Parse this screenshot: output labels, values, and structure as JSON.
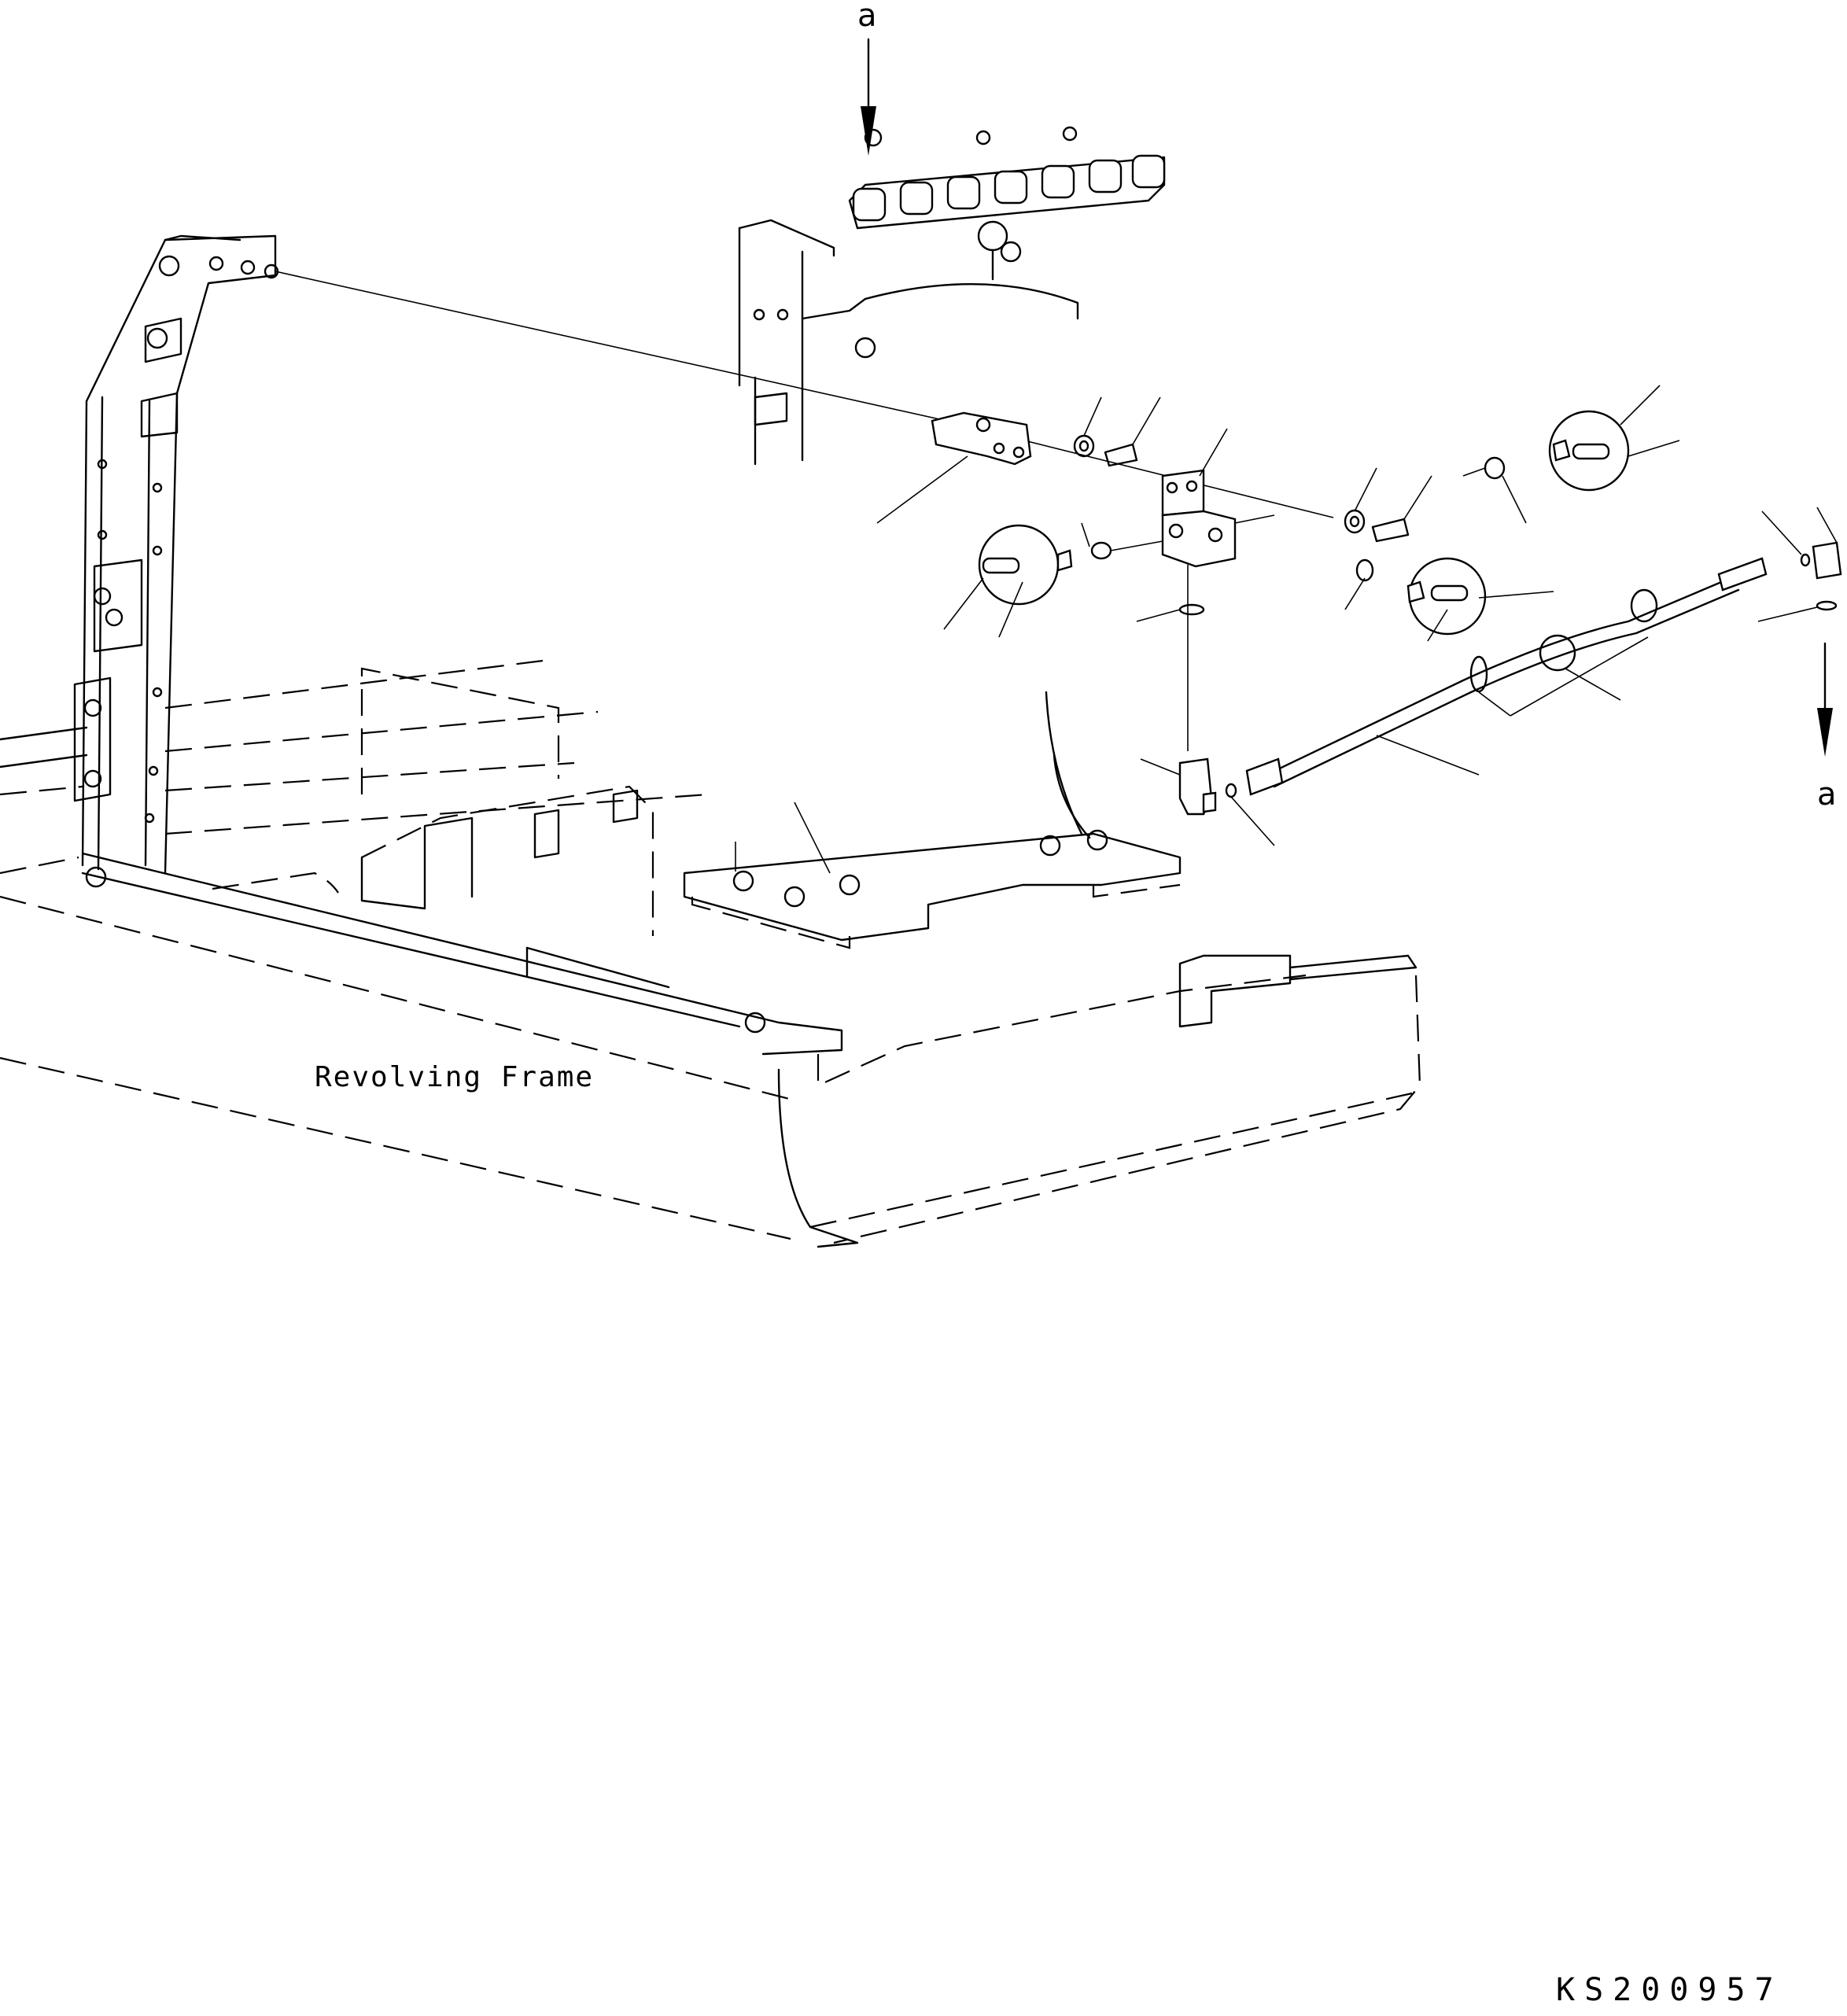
{
  "labels": {
    "view_marker_top": "a",
    "view_marker_right": "a",
    "revolving_frame": "Revolving Frame",
    "drawing_code": "KS200957"
  }
}
